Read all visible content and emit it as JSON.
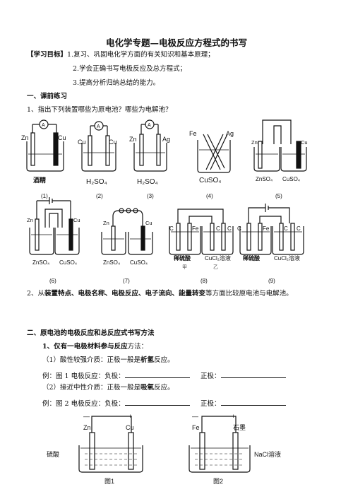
{
  "title": "电化学专题—电极反应方程式的书写",
  "goals": {
    "label": "【学习目标】",
    "items": [
      "1.复习、巩固电化学方面的有关知识和基本原理；",
      "2.学会正确书写电极反应及总方程式；",
      "3.提高分析归纳总结的能力。"
    ]
  },
  "section1": {
    "heading": "一、课前练习",
    "q1": "1、指出下列装置哪些为原电池？哪些为电解池？",
    "fig_labels": [
      "(1)",
      "(2)",
      "(3)",
      "(4)",
      "(5)",
      "(6)",
      "(7)",
      "(8)",
      "(9)"
    ],
    "fig_text": {
      "zn": "Zn",
      "cu": "Cu",
      "ag": "Ag",
      "fe": "Fe",
      "c": "C",
      "a": "A",
      "alcohol": "酒精",
      "h2so4": "H₂SO₄",
      "cuso4": "CuSO₄",
      "znso4": "ZnSO₄",
      "dilute_acid": "稀硫酸",
      "cucl2": "CuCl₂溶液",
      "jia": "甲",
      "yi": "乙"
    },
    "q2_pre": "2、从",
    "q2_bold1": "装置特点、电极名称、电极反应、电子流向、能量转变",
    "q2_post": "等方面比较原电池与电解池。"
  },
  "section2": {
    "heading": "二、原电池的电极反应和总反应式书写方法",
    "sub1_pre": "1、",
    "sub1_bold": "仅有一电极材料参与反应",
    "sub1_post": "方法：",
    "case1_pre": "（1）酸性较强介质：正极一般是",
    "case1_bold": "析氢",
    "case1_post": "反应。",
    "example1": "例：图 1 电极反应：负极：",
    "positive": "正极：",
    "case2_pre": "（2）接近中性介质：正极一般是",
    "case2_bold": "吸氧",
    "case2_post": "反应。",
    "example2": "例：图 2 电极反应：负极：",
    "fig1": {
      "minus": "—",
      "plus": "+",
      "neg": "Zn",
      "pos": "Cu",
      "sol": "硫酸",
      "caption": "图1"
    },
    "fig2": {
      "minus": "—",
      "plus": "+",
      "neg": "Fe",
      "pos": "石墨",
      "sol": "NaCl溶液",
      "caption": "图2"
    }
  }
}
